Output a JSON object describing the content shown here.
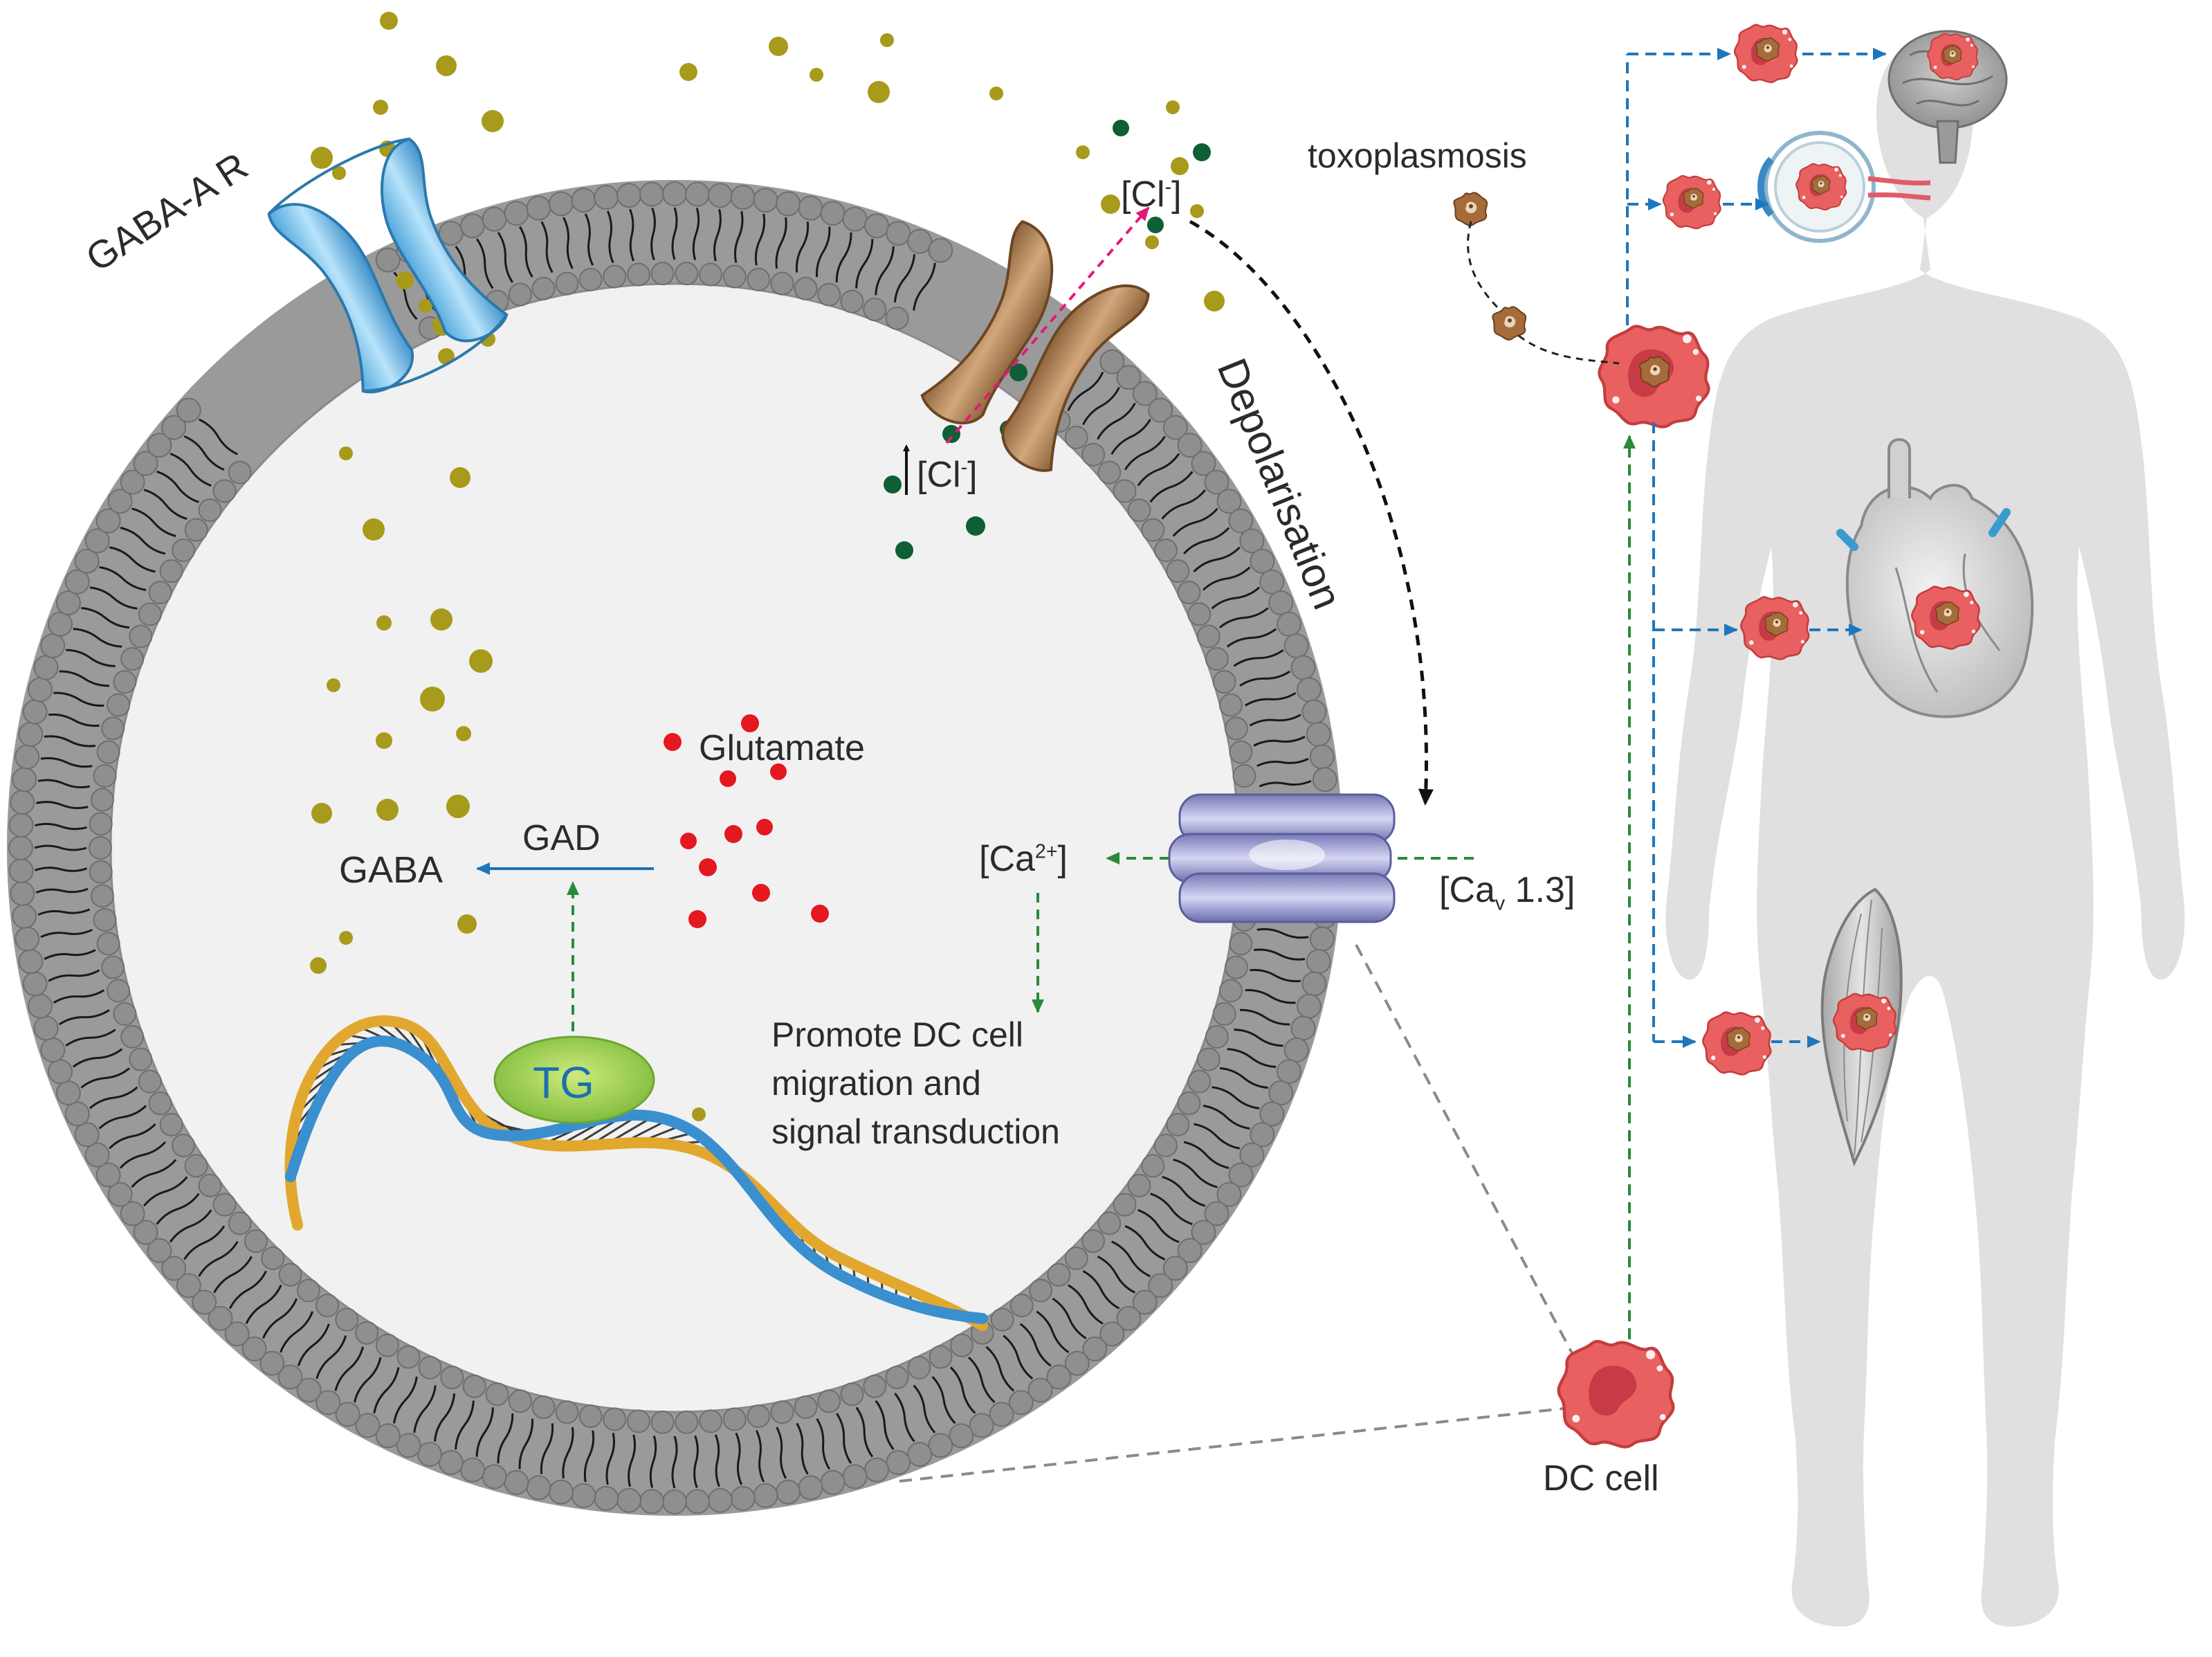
{
  "labels": {
    "gaba_a_r": "GABA-A  R",
    "cl_out": "[Cl",
    "cl_out_sup": "-",
    "cl_out_close": "]",
    "cl_in": "[Cl",
    "cl_in_sup": "-",
    "cl_in_close": "]",
    "toxoplasmosis": "toxoplasmosis",
    "depolarisation": "Depolarisation",
    "glutamate": "Glutamate",
    "gad": "GAD",
    "gaba": "GABA",
    "ca_open": "[Ca",
    "ca_sup": "2+",
    "ca_close": "]",
    "cav_open": "[Ca",
    "cav_sub": "v",
    "cav_rest": " 1.3]",
    "promote_line1": "Promote DC cell",
    "promote_line2": "migration and",
    "promote_line3": "signal transduction",
    "tg": "TG",
    "dc_cell": "DC cell"
  },
  "colors": {
    "gaba_particle": "#a89a1a",
    "chloride_particle": "#0e5e36",
    "glutamate_particle": "#e5171f",
    "membrane_head": "#8f8f8f",
    "cell_interior": "#f1f1f1",
    "gaba_receptor": "#7ec8ec",
    "chloride_channel": "#b88a5e",
    "calcium_channel": "#9a9cd6",
    "tg_protein": "#9ccc4e",
    "dc_cell": "#e85b5b",
    "body_silhouette": "#e0e0e0",
    "blue_arrow": "#1e77bd",
    "green_arrow": "#2a8a3a",
    "pink_arrow": "#e4197a"
  },
  "icons": [
    "gaba-a-receptor-icon",
    "chloride-channel-icon",
    "calcium-channel-icon",
    "dna-icon",
    "tg-protein-icon",
    "dc-cell-icon",
    "toxoplasma-icon",
    "brain-icon",
    "eye-icon",
    "heart-icon",
    "muscle-icon",
    "human-body-icon"
  ]
}
